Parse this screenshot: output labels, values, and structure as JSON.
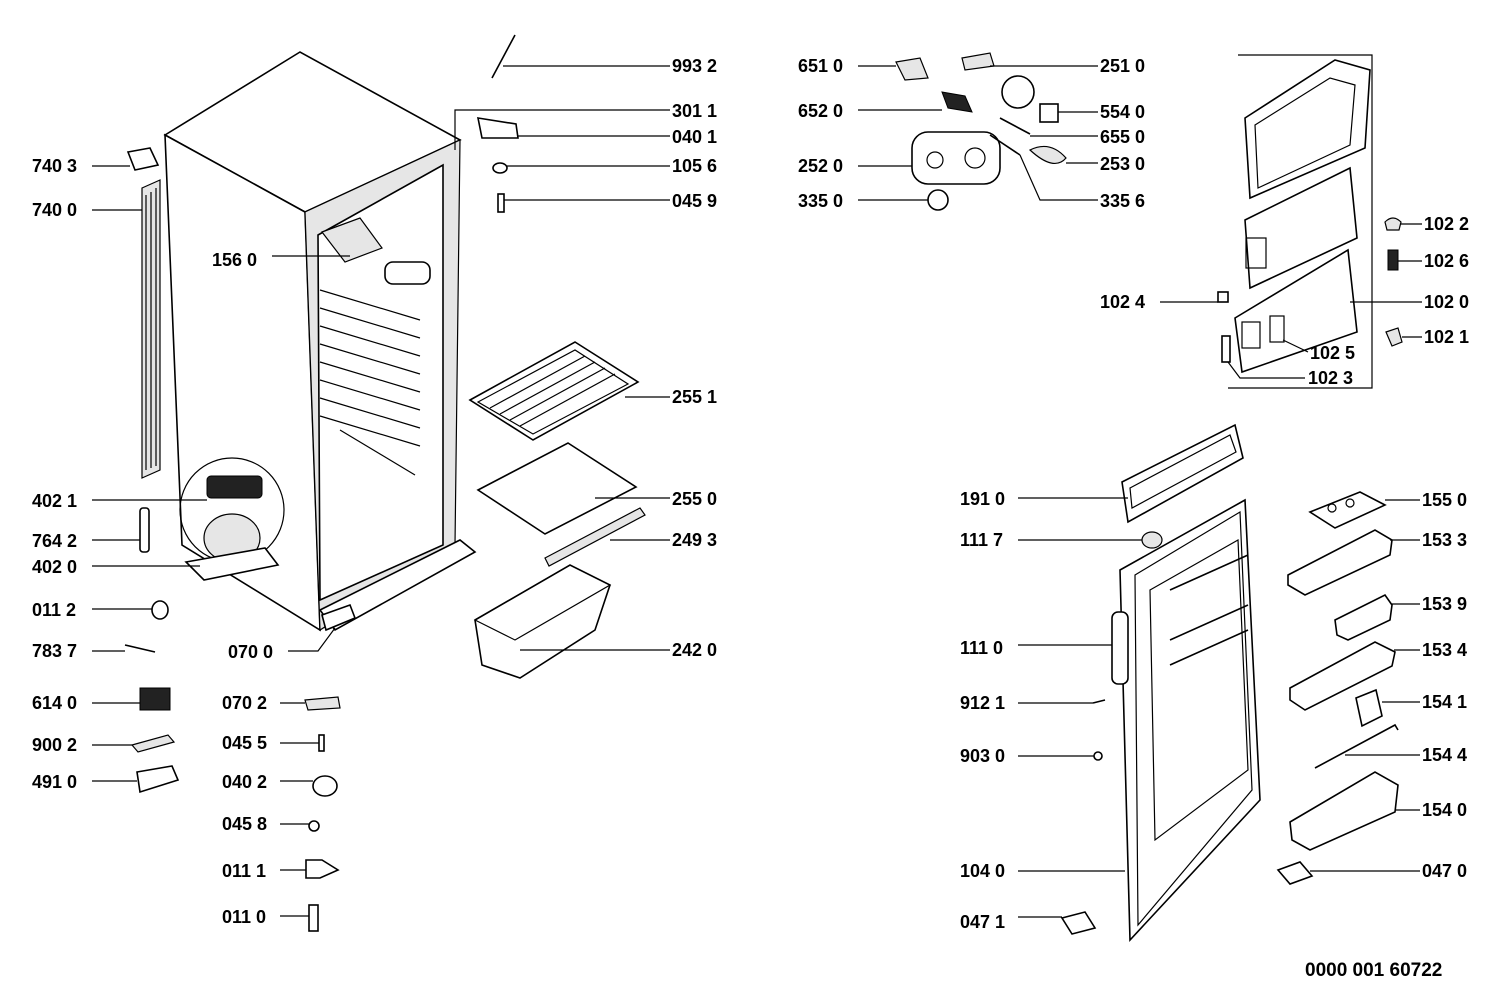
{
  "document_number": "0000 001 60722",
  "labels": {
    "l9932": "993 2",
    "l3011": "301 1",
    "l0401": "040 1",
    "l1056": "105 6",
    "l0459": "045 9",
    "l7403": "740 3",
    "l7400": "740 0",
    "l1560": "156 0",
    "l2551": "255 1",
    "l2550": "255 0",
    "l2493": "249 3",
    "l2420": "242 0",
    "l4021": "402 1",
    "l7642": "764 2",
    "l4020": "402 0",
    "l0112": "011 2",
    "l7837": "783 7",
    "l0700": "070 0",
    "l6140": "614 0",
    "l0702": "070 2",
    "l9002": "900 2",
    "l0455": "045 5",
    "l4910": "491 0",
    "l0402": "040 2",
    "l0458": "045 8",
    "l0111": "011 1",
    "l0110": "011 0",
    "l6510": "651 0",
    "l6520": "652 0",
    "l2520": "252 0",
    "l3350": "335 0",
    "l2510": "251 0",
    "l5540": "554 0",
    "l6550": "655 0",
    "l2530": "253 0",
    "l3356": "335 6",
    "l1022": "102 2",
    "l1026": "102 6",
    "l1024": "102 4",
    "l1020": "102 0",
    "l1025": "102 5",
    "l1021": "102 1",
    "l1023": "102 3",
    "l1910": "191 0",
    "l1117": "111 7",
    "l1110": "111 0",
    "l9121": "912 1",
    "l9030": "903 0",
    "l1040": "104 0",
    "l0471": "047 1",
    "l1550": "155 0",
    "l1533": "153 3",
    "l1539": "153 9",
    "l1534": "153 4",
    "l1541": "154 1",
    "l1544": "154 4",
    "l1540": "154 0",
    "l0470": "047 0"
  }
}
